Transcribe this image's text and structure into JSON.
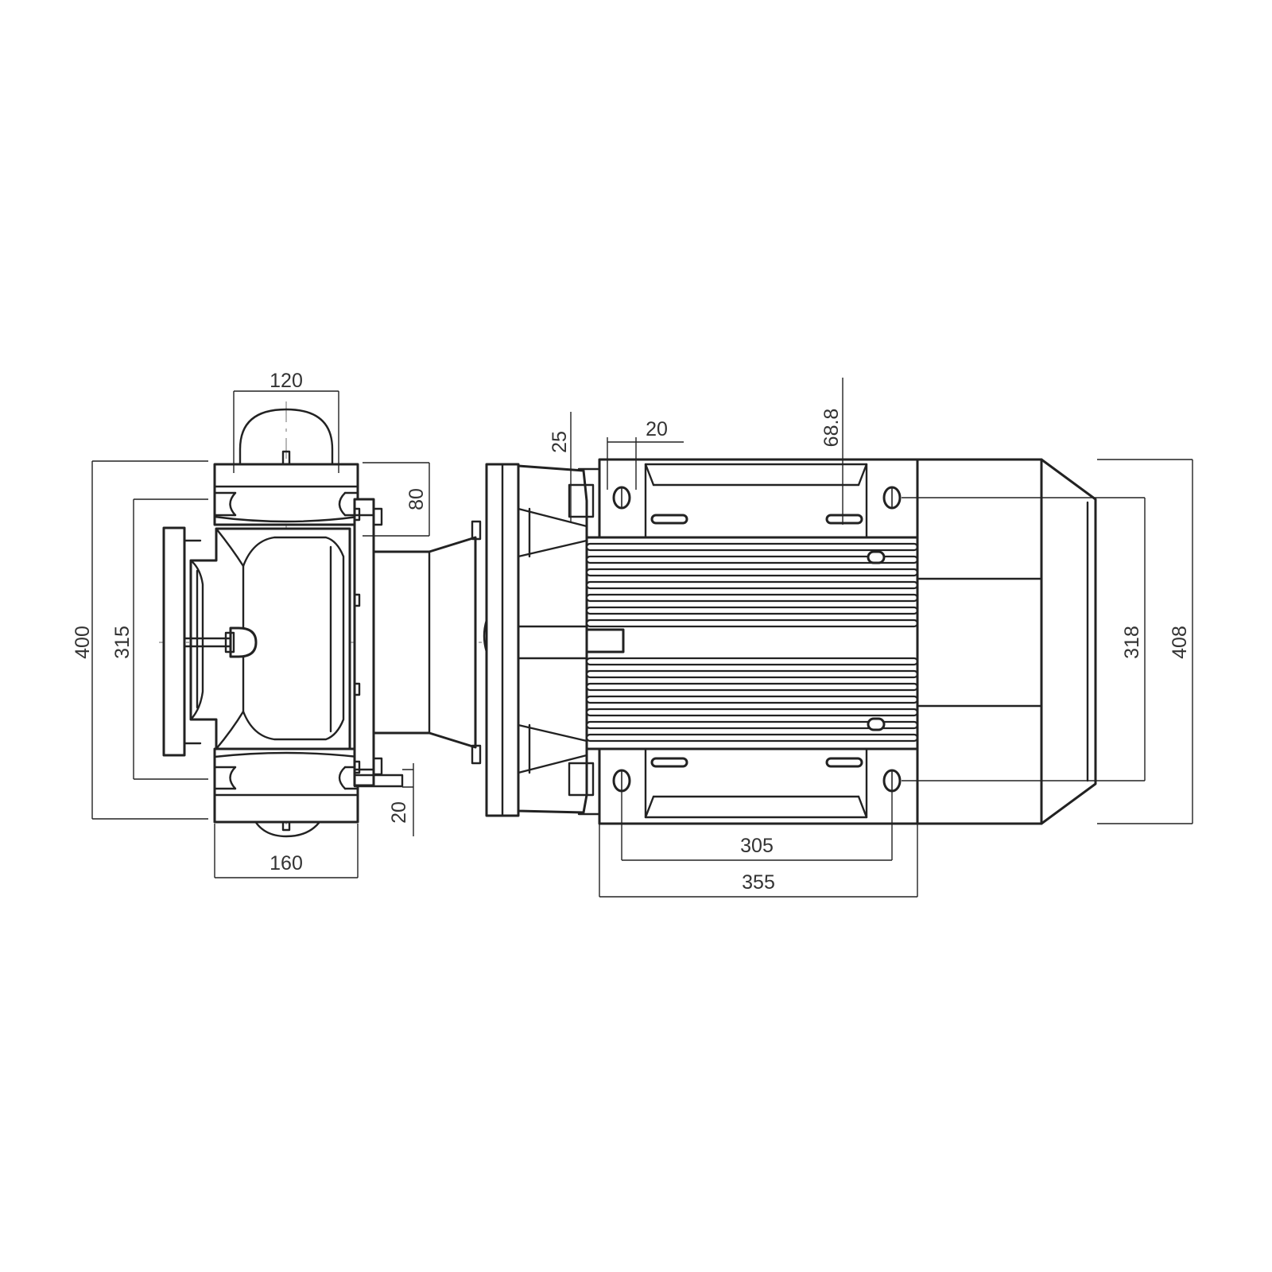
{
  "dimensions": {
    "pump_top_width": "120",
    "overall_height_left": "400",
    "flange_height": "315",
    "port_height": "80",
    "foot_thickness": "20",
    "pump_bottom_width": "160",
    "flange_thickness": "25",
    "foot_slot": "20",
    "terminal_offset": "68.8",
    "motor_mount_inner": "305",
    "motor_mount_outer": "355",
    "motor_fan_height": "318",
    "motor_height": "408"
  },
  "colors": {
    "line": "#222222",
    "dimension_text": "#333333",
    "centerline": "#9a9a9a",
    "background": "#ffffff"
  }
}
